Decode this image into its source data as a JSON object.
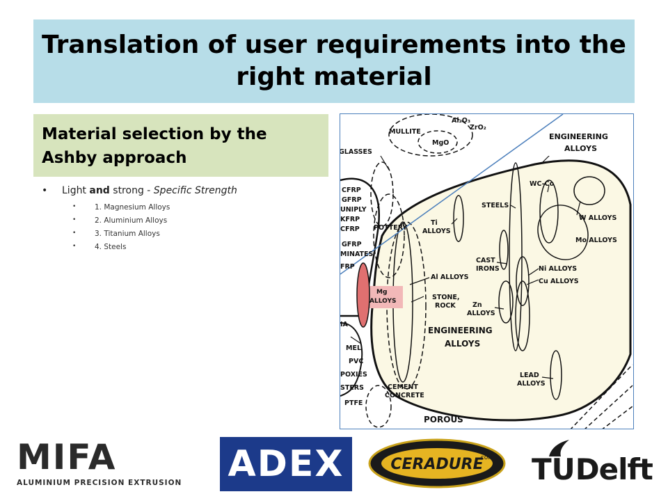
{
  "slide": {
    "title": "Translation of user requirements into the right material",
    "subtitle": "Material selection by the Ashby approach",
    "bullet_main": {
      "prefix": "Light ",
      "bold": "and",
      "middle": " strong - ",
      "italic": "Specific Strength"
    },
    "sub_bullets": [
      "1. Magnesium Alloys",
      "2. Aluminium Alloys",
      "3. Titanium Alloys",
      "4. Steels"
    ]
  },
  "diagram": {
    "labels": {
      "engineering_alloys_top": [
        "ENGINEERING",
        "ALLOYS"
      ],
      "engineering_alloys_main": [
        "ENGINEERING",
        "ALLOYS"
      ],
      "steels": "STEELS",
      "wc_co": "WC-Co",
      "w_alloys": "W ALLOYS",
      "mo_alloys": "Mo ALLOYS",
      "ti_alloys": [
        "Ti",
        "ALLOYS"
      ],
      "cast_irons": [
        "CAST",
        "IRONS"
      ],
      "ni_alloys": "Ni ALLOYS",
      "cu_alloys": "Cu ALLOYS",
      "al_alloys": "Al ALLOYS",
      "stone_rock": [
        "STONE,",
        "ROCK"
      ],
      "zn_alloys": [
        "Zn",
        "ALLOYS"
      ],
      "mg_alloys": [
        "Mg",
        "ALLOYS"
      ],
      "lead_alloys": [
        "LEAD",
        "ALLOYS"
      ],
      "pottery": "POTTERY",
      "mullite": "MULLITE",
      "mgo": "MgO",
      "al2o3": "Al₂O₃",
      "zro2": "ZrO₂",
      "glasses": "GLASSES",
      "cfrp": "CFRP",
      "gfrp": "GFRP",
      "uniply": "UNIPLY",
      "kfrp": "KFRP",
      "cfrp2": "CFRP",
      "gfrp2": "GFRP",
      "laminates": "MINATES",
      "frp": "FRP",
      "ia": "IA",
      "mel": "MEL",
      "pvc": "PVC",
      "epoxies": "POXIES",
      "esters": "STERS",
      "ptfe": "PTFE",
      "cement": [
        "CEMENT",
        "CONCRETE"
      ],
      "porous": "POROUS"
    }
  },
  "logos": {
    "mifa_name": "MIFA",
    "mifa_tag": "ALUMINIUM PRECISION EXTRUSION",
    "adex": "ADEX",
    "ceradure": "CERADURE",
    "ceradure_suffix": ".com",
    "tu": "TU",
    "delft": "Delft"
  },
  "colors": {
    "title_bg": "#b7dde8",
    "subtitle_bg": "#d7e4bd",
    "region_fill": "#fbf8e4",
    "mg_highlight": "#e07070",
    "guide_line": "#4a7ebb"
  }
}
